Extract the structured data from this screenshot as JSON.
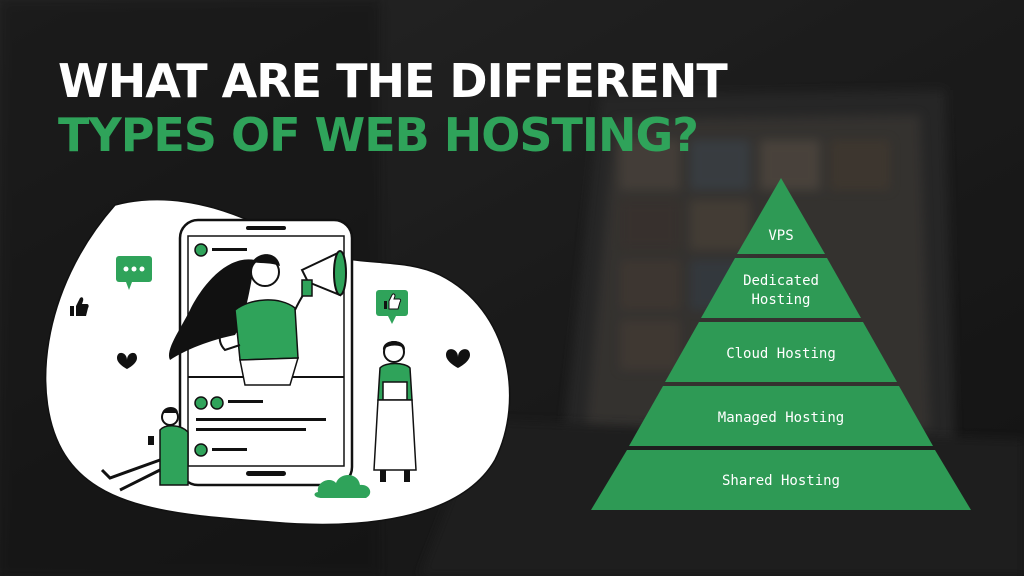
{
  "headline": {
    "line1": "WHAT ARE THE DIFFERENT",
    "line2": "TYPES OF WEB HOSTING?"
  },
  "colors": {
    "accent_green": "#2fa35a",
    "headline_white": "#ffffff",
    "background_dark": "#2b2b2b"
  },
  "pyramid": {
    "tiers": [
      {
        "label_lines": [
          "VPS"
        ]
      },
      {
        "label_lines": [
          "Dedicated",
          "Hosting"
        ]
      },
      {
        "label_lines": [
          "Cloud Hosting"
        ]
      },
      {
        "label_lines": [
          "Managed Hosting"
        ]
      },
      {
        "label_lines": [
          "Shared Hosting"
        ]
      }
    ]
  },
  "illustration": {
    "icons": [
      "chat-bubble-icon",
      "thumbs-up-icon",
      "heart-icon",
      "megaphone-icon",
      "cloud-icon"
    ]
  }
}
